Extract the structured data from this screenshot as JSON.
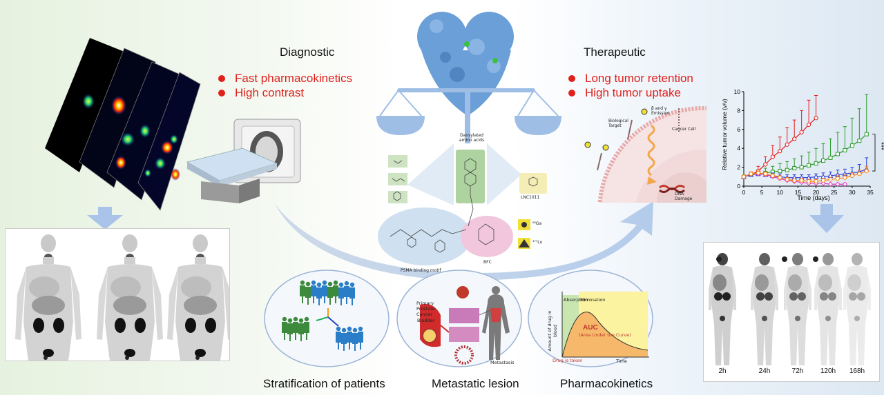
{
  "diagnostic": {
    "heading": "Diagnostic",
    "points": [
      "Fast pharmacokinetics",
      "High contrast"
    ]
  },
  "therapeutic": {
    "heading": "Therapeutic",
    "points": [
      "Long tumor retention",
      "High tumor uptake"
    ],
    "illustration_labels": {
      "emission": "β and γ Emission",
      "target": "Biological Target",
      "cell": "Cancer Cell",
      "damage": "DNA Damage"
    }
  },
  "molecule": {
    "dansyl": "Dansylated amino acids",
    "compound": "LNC1011",
    "motif": "PSMA binding motif",
    "bfc": "BFC",
    "isotope_ga": "⁶⁸Ga",
    "isotope_lu": "¹⁷⁷Lu"
  },
  "captions": {
    "stratification": "Stratification of patients",
    "metastatic": "Metastatic lesion",
    "pk": "Pharmacokinetics"
  },
  "metastatic_labels": {
    "primary": "Primary Prostate Cancer",
    "bladder": "Bladder",
    "metastasis": "Metastasis"
  },
  "pk_labels": {
    "absorption": "Absorption",
    "elimination": "Elimination",
    "auc": "AUC",
    "auc_sub": "(Area Under the Curve)",
    "yaxis": "Amount of drug in blood",
    "xaxis": "Time",
    "dose": "Drug is taken"
  },
  "time_labels": [
    "2h",
    "24h",
    "72h",
    "120h",
    "168h"
  ],
  "colors": {
    "bullet": "#e0201b",
    "arrow": "#aac4e6",
    "series_red": "#e41a1c",
    "series_green": "#2a9a2a",
    "series_blue": "#2b3bd6",
    "series_pink": "#e040c8"
  },
  "chart_data": {
    "type": "line",
    "xlabel": "Time (days)",
    "ylabel": "Relative tumor volume (v/v)",
    "xlim": [
      0,
      35
    ],
    "ylim": [
      0,
      10
    ],
    "xticks": [
      0,
      5,
      10,
      15,
      20,
      25,
      30,
      35
    ],
    "yticks": [
      0,
      2,
      4,
      6,
      8,
      10
    ],
    "annotation": "***",
    "series": [
      {
        "color": "#e41a1c",
        "marker": "circle",
        "x": [
          0,
          2,
          4,
          6,
          8,
          10,
          12,
          14,
          16,
          18,
          20
        ],
        "y": [
          1.0,
          1.2,
          1.6,
          2.3,
          3.1,
          3.7,
          4.4,
          5.0,
          5.7,
          6.5,
          7.2
        ],
        "err": [
          0.1,
          0.3,
          0.5,
          0.8,
          1.2,
          1.5,
          1.8,
          2.0,
          2.3,
          2.6,
          2.4
        ]
      },
      {
        "color": "#2a9a2a",
        "marker": "square",
        "x": [
          0,
          2,
          4,
          6,
          8,
          10,
          12,
          14,
          16,
          18,
          20,
          22,
          24,
          26,
          28,
          30,
          32,
          34
        ],
        "y": [
          1.0,
          1.2,
          1.3,
          1.4,
          1.5,
          1.6,
          1.7,
          1.9,
          2.0,
          2.2,
          2.4,
          2.7,
          3.0,
          3.4,
          3.8,
          4.3,
          4.8,
          5.5
        ],
        "err": [
          0.1,
          0.2,
          0.3,
          0.5,
          0.6,
          0.8,
          0.9,
          1.0,
          1.2,
          1.4,
          1.6,
          1.8,
          2.0,
          2.3,
          2.5,
          2.9,
          3.4,
          4.2
        ]
      },
      {
        "color": "#2b3bd6",
        "marker": "triangle",
        "x": [
          0,
          2,
          4,
          6,
          8,
          10,
          12,
          14,
          16,
          18,
          20,
          22,
          24,
          26,
          28,
          30,
          32,
          34
        ],
        "y": [
          1.0,
          1.2,
          1.3,
          1.2,
          1.1,
          1.0,
          0.9,
          0.9,
          0.9,
          0.9,
          1.0,
          1.0,
          1.1,
          1.2,
          1.3,
          1.4,
          1.5,
          1.8
        ],
        "err": [
          0.1,
          0.2,
          0.3,
          0.3,
          0.3,
          0.3,
          0.3,
          0.3,
          0.3,
          0.3,
          0.3,
          0.4,
          0.4,
          0.5,
          0.5,
          0.6,
          0.8,
          1.2
        ]
      },
      {
        "color": "#e040c8",
        "marker": "diamond",
        "x": [
          0,
          2,
          4,
          6,
          8,
          10,
          12,
          14,
          16,
          18,
          20,
          22,
          24,
          26,
          28
        ],
        "y": [
          1.0,
          1.3,
          1.3,
          1.2,
          1.0,
          0.8,
          0.6,
          0.5,
          0.4,
          0.3,
          0.3,
          0.3,
          0.2,
          0.2,
          0.2
        ],
        "err": [
          0.1,
          0.2,
          0.2,
          0.2,
          0.2,
          0.2,
          0.2,
          0.2,
          0.1,
          0.1,
          0.1,
          0.1,
          0.1,
          0.1,
          0.1
        ]
      },
      {
        "color": "#ff7f0e",
        "marker": "circle",
        "x": [
          0,
          2,
          4,
          6,
          8,
          10,
          12,
          14,
          16,
          18,
          20,
          22,
          24,
          26,
          28,
          30,
          32,
          34
        ],
        "y": [
          1.0,
          1.3,
          1.4,
          1.3,
          1.1,
          0.9,
          0.7,
          0.6,
          0.6,
          0.5,
          0.5,
          0.6,
          0.7,
          0.8,
          0.9,
          1.1,
          1.3,
          1.6
        ],
        "err": [
          0.1,
          0.2,
          0.2,
          0.2,
          0.2,
          0.2,
          0.2,
          0.2,
          0.2,
          0.2,
          0.2,
          0.2,
          0.2,
          0.3,
          0.3,
          0.3,
          0.4,
          0.5
        ]
      }
    ]
  }
}
